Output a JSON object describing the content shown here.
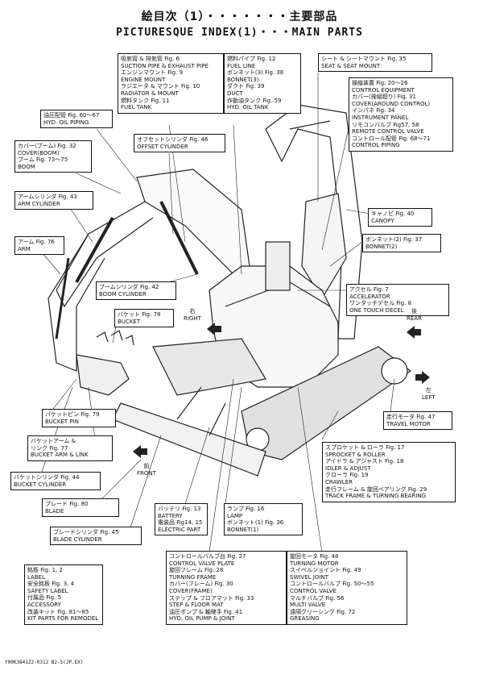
{
  "title_ja": "絵目次（1）・・・・・・・主要部品",
  "title_en": "PICTURESQUE INDEX(1)・・・MAIN PARTS",
  "boxes": {
    "top_center": [
      "吸気管 & 排気管 Fig. 6",
      "SUCTION PIPE & EXHAUST PIPE",
      "エンジンマウント Fig. 9",
      "ENGINE MOUNT",
      "ラジエータ & マウント Fig. 10",
      "RADIATOR & MOUNT",
      "燃料タンク Fig. 11",
      "FUEL TANK"
    ],
    "top_center2": [
      "燃料パイプ Fig. 12",
      "FUEL LINE",
      "ボンネット(3) Fig. 38",
      "BONNET(3)",
      "ダクト Fig. 39",
      "DUCT",
      "作動油タンク Fig. 59",
      "HYD. OIL TANK"
    ],
    "seat": [
      "シート & シートマウント Fig. 35",
      "SEAT & SEAT MOUNT"
    ],
    "control": [
      "操縦装置 Fig. 20～26",
      "CONTROL EQUIPMENT",
      "カバー(操縦廻り) Fig. 31",
      "COVER(AROUND CONTROL)",
      "インパネ Fig. 34",
      "INSTRUMENT PANEL",
      "リモコンバルブ Fig57, 58",
      "REMOTE CONTROL VALVE",
      "コントロール配管 Fig. 68～71",
      "CONTROL PIPING"
    ],
    "hyd_oil_piping": [
      "油圧配管 Fig. 60～67",
      "HYD. OIL PIPING"
    ],
    "offset_cyl": [
      "オフセットシリンダ Fig. 46",
      "OFFSET CYLINDER"
    ],
    "cover_boom": [
      "カバー(ブーム) Fig. 32",
      "COVER(BOOM)",
      "ブーム Fig. 73～75",
      "BOOM"
    ],
    "arm_cyl": [
      "アームシリンダ Fig. 43",
      "ARM CYLINDER"
    ],
    "canopy": [
      "キャノピ Fig. 40",
      "CANOPY"
    ],
    "arm": [
      "アーム Fig. 76",
      "ARM"
    ],
    "bonnet2": [
      "ボンネット(2) Fig. 37",
      "BONNET(2)"
    ],
    "boom_cyl": [
      "ブームシリンダ Fig. 42",
      "BOOM CYLINDER"
    ],
    "accel": [
      "アクセル Fig. 7",
      "ACCELERATOR",
      "ワンタッチデセル Fig. 8",
      "ONE TOUCH DECEL"
    ],
    "bucket": [
      "バケット Fig. 78",
      "BUCKET"
    ],
    "travel_motor": [
      "走行モータ Fig. 47",
      "TRAVEL MOTOR"
    ],
    "bucket_pin": [
      "バケットピン Fig. 79",
      "BUCKET PIN"
    ],
    "bucket_link": [
      "バケットアーム &",
      "リンク Fig. 77",
      "BUCKET ARM & LINK"
    ],
    "sprocket": [
      "スプロケット & ローラ Fig. 17",
      "SPROCKET & ROLLER",
      "アイドラ & アジャスト Fig. 18",
      "IDLER & ADJUST",
      "クローラ Fig. 19",
      "CRAWLER",
      "走行フレーム & 旋回ベアリング Fig. 29",
      "TRACK FRAME & TURNING BEARING"
    ],
    "bucket_cyl": [
      "バケットシリンダ Fig. 44",
      "BUCKET CYLINDER"
    ],
    "blade": [
      "ブレード Fig. 80",
      "BLADE"
    ],
    "battery": [
      "バッテリ Fig. 13",
      "BATTERY",
      "電装品 Fig14, 15",
      "ELECTRIC PART"
    ],
    "lamp": [
      "ランプ Fig. 16",
      "LAMP",
      "ボンネット(1) Fig. 36",
      "BONNET(1)"
    ],
    "blade_cyl": [
      "ブレードシリンダ Fig. 45",
      "BLADE CYLINDER"
    ],
    "bottom_left": [
      "コントロールバルブ台 Fig. 27",
      "CONTROL VALVE PLATE",
      "旋回フレーム Fig. 28",
      "TURNING FRAME",
      "カバー(フレーム) Fig. 30",
      "COVER(FRAME)",
      "ステップ & フロアマット Fig. 33",
      "STEP & FLOOR MAT",
      "油圧ポンプ & 軸継手 Fig. 41",
      "HYD. OIL PUMP & JOINT"
    ],
    "bottom_right": [
      "旋回モータ Fig. 48",
      "TURNING MOTOR",
      "スイベルジョイント Fig. 49",
      "SWIVEL JOINT",
      "コントロールバルブ Fig. 50～55",
      "CONTROL VALVE",
      "マルチバルブ Fig. 56",
      "MULTI VALVE",
      "遠隔グリーシング Fig. 72",
      "GREASING"
    ],
    "label": [
      "銘板 Fig. 1, 2",
      "LABEL",
      "安全銘板 Fig. 3, 4",
      "SAFETY LABEL",
      "付属品 Fig. 5",
      "ACCESSORY",
      "改装キット Fig. 81～85",
      "KIT PARTS FOR REMODEL"
    ]
  },
  "directions": {
    "right": [
      "右",
      "RIGHT"
    ],
    "rear": [
      "後",
      "REAR"
    ],
    "left": [
      "左",
      "LEFT"
    ],
    "front": [
      "前",
      "FRONT"
    ]
  },
  "footer": "Y00K3841Z2-0312 B2-5(JP.EX)"
}
